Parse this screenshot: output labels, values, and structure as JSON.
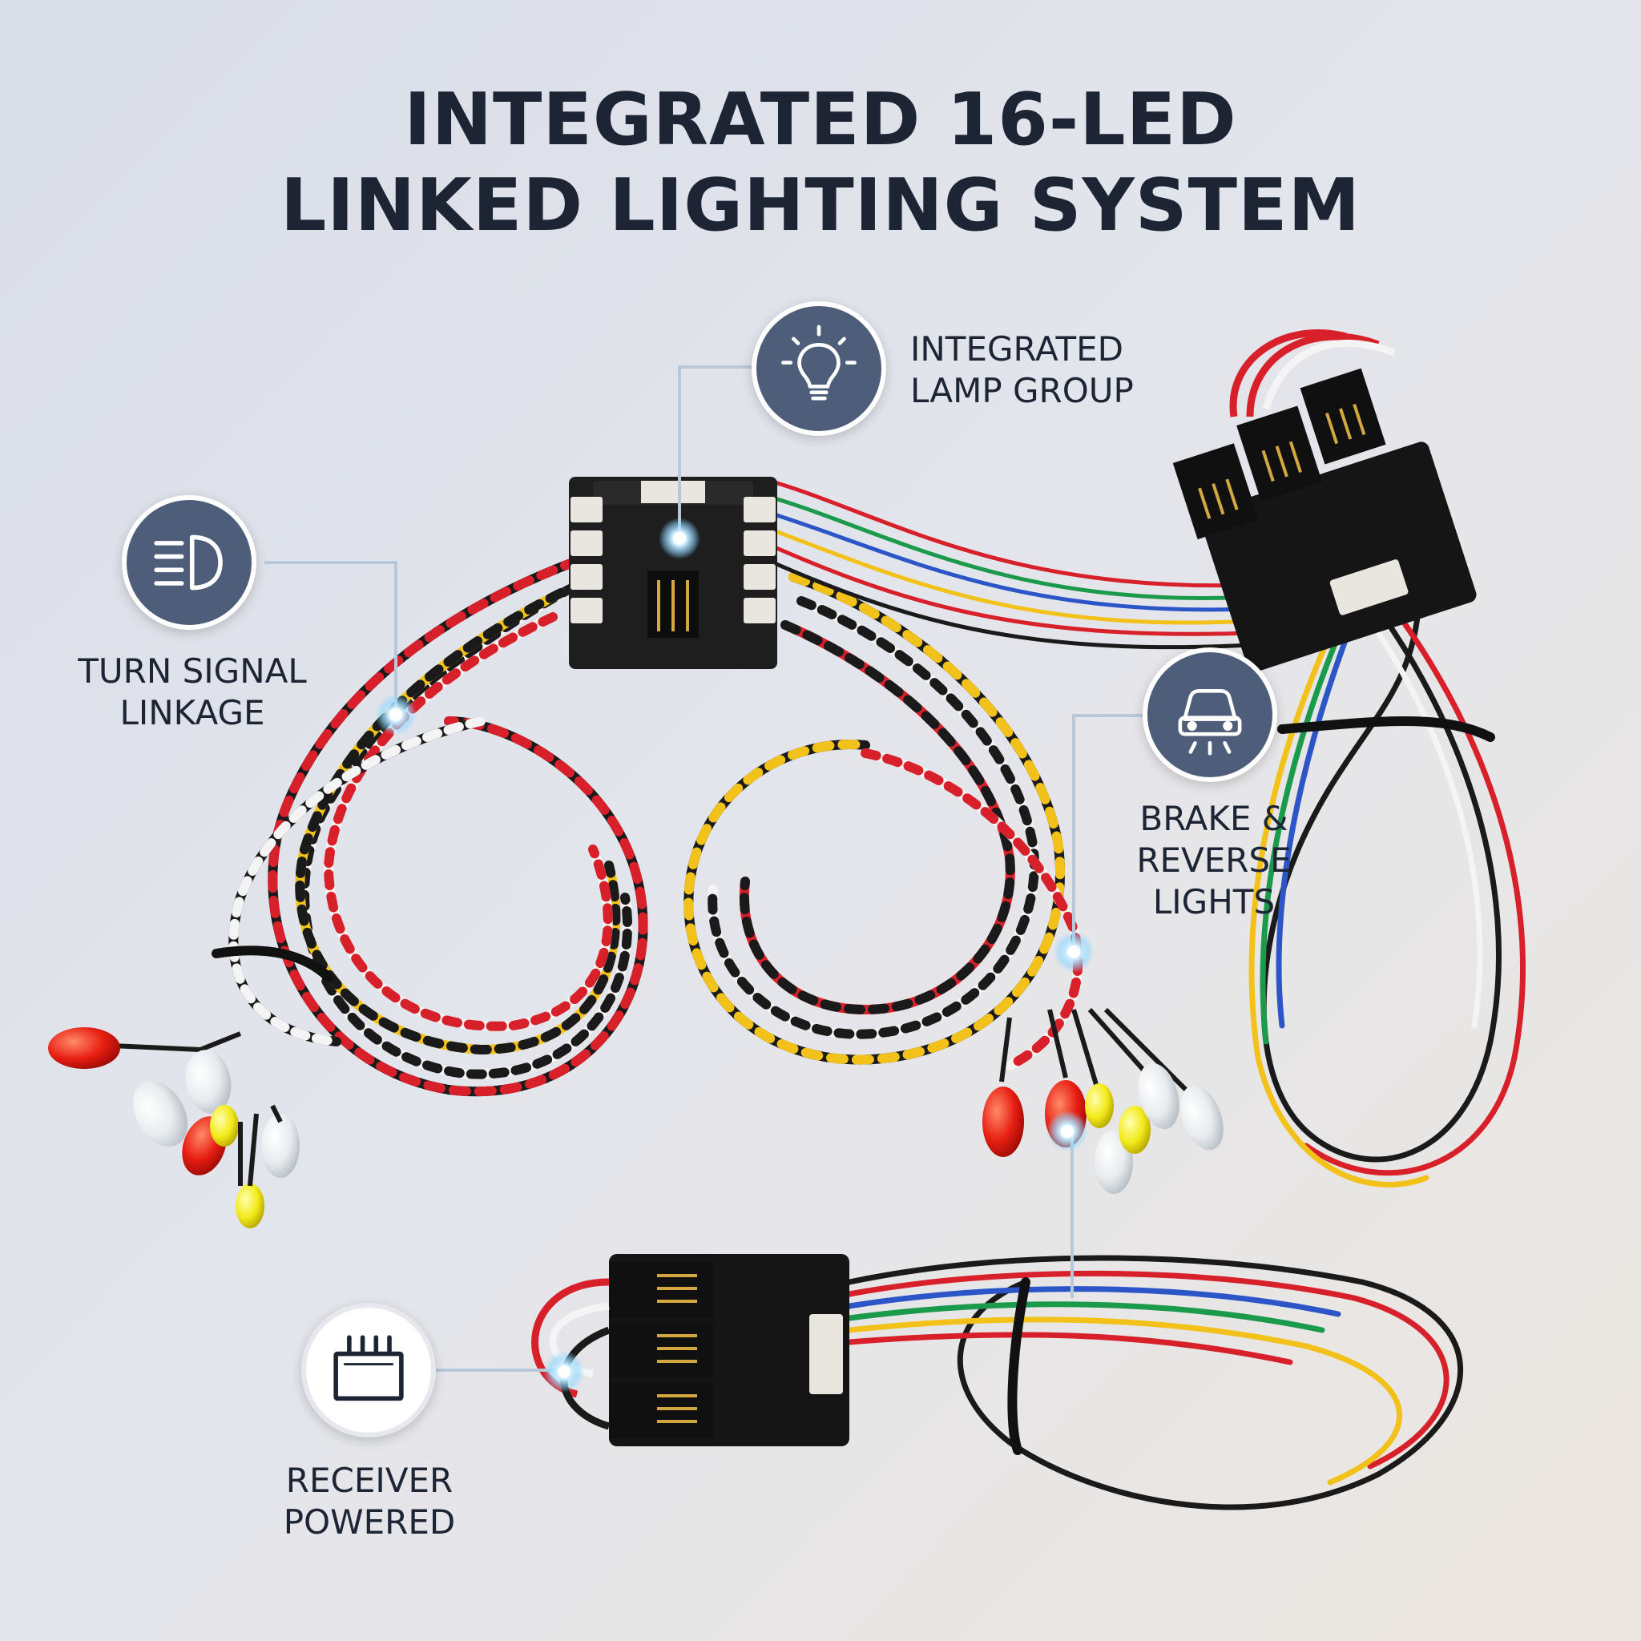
{
  "header": {
    "title_line1": "INTEGRATED 16-LED",
    "title_line2": "LINKED LIGHTING SYSTEM"
  },
  "callouts": [
    {
      "id": "lamp-group",
      "label_line1": "INTEGRATED",
      "label_line2": "LAMP GROUP",
      "icon": "light-bulb-icon"
    },
    {
      "id": "turn-signal",
      "label_line1": "TURN SIGNAL",
      "label_line2": "LINKAGE",
      "icon": "headlight-beam-icon"
    },
    {
      "id": "brake-reverse",
      "label_line1": "BRAKE &",
      "label_line2": "REVERSE",
      "label_line3": "LIGHTS",
      "icon": "car-lights-icon"
    },
    {
      "id": "receiver",
      "label_line1": "RECEIVER",
      "label_line2": "POWERED",
      "icon": "receiver-connector-icon"
    }
  ],
  "colors": {
    "title": "#1d2535",
    "icon_circle": "#4e5d79",
    "leader_line": "#b8c8d8",
    "glow_dot": "#8fd8ff",
    "wire_red": "#d8202a",
    "wire_yellow": "#f2c21a",
    "wire_black": "#1a1a1a",
    "wire_white": "#f4f4f4",
    "wire_green": "#1a9a4a",
    "wire_blue": "#2c56c8"
  }
}
